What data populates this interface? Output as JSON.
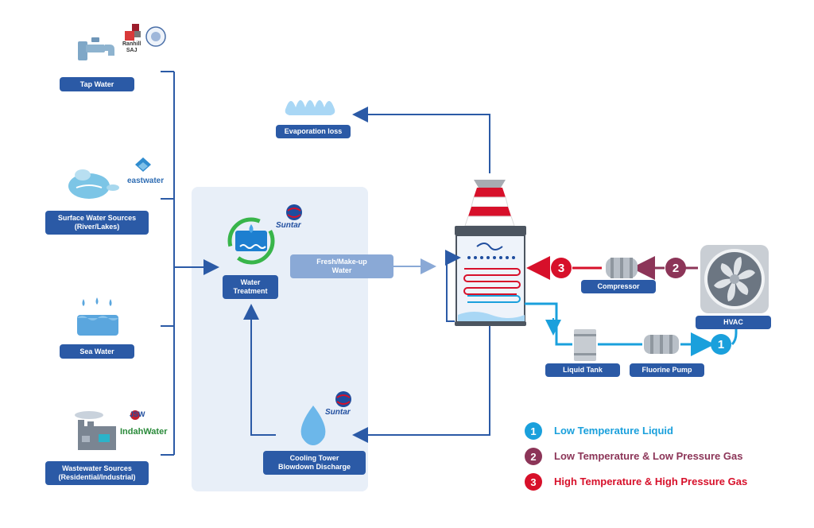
{
  "sources": {
    "tap_water": "Tap Water",
    "surface_water": "Surface Water Sources\n(River/Lakes)",
    "sea_water": "Sea Water",
    "wastewater": "Wastewater Sources\n(Residential/Industrial)"
  },
  "logos": {
    "ranhill_line1": "Ranhill",
    "ranhill_line2": "SAJ",
    "eastwater": "eastwater",
    "suntar": "Suntar",
    "jsw": "JSW",
    "indah_water": "IndahWater"
  },
  "process": {
    "water_treatment": "Water\nTreatment",
    "fresh_makeup": "Fresh/Make-up\nWater",
    "evaporation_loss": "Evaporation loss",
    "blowdown": "Cooling Tower\nBlowdown Discharge",
    "compressor": "Compressor",
    "hvac": "HVAC",
    "liquid_tank": "Liquid Tank",
    "fluorine_pump": "Fluorine Pump"
  },
  "legend": [
    {
      "number": "1",
      "text": "Low Temperature Liquid",
      "color": "#1aa0dc"
    },
    {
      "number": "2",
      "text": "Low Temperature & Low Pressure Gas",
      "color": "#8c3558"
    },
    {
      "number": "3",
      "text": "High Temperature & High Pressure Gas",
      "color": "#d7102a"
    }
  ],
  "colors": {
    "label_blue": "#2b5aa6",
    "arrow_blue": "#2b5aa6",
    "panel_bg": "#e8eff8"
  }
}
